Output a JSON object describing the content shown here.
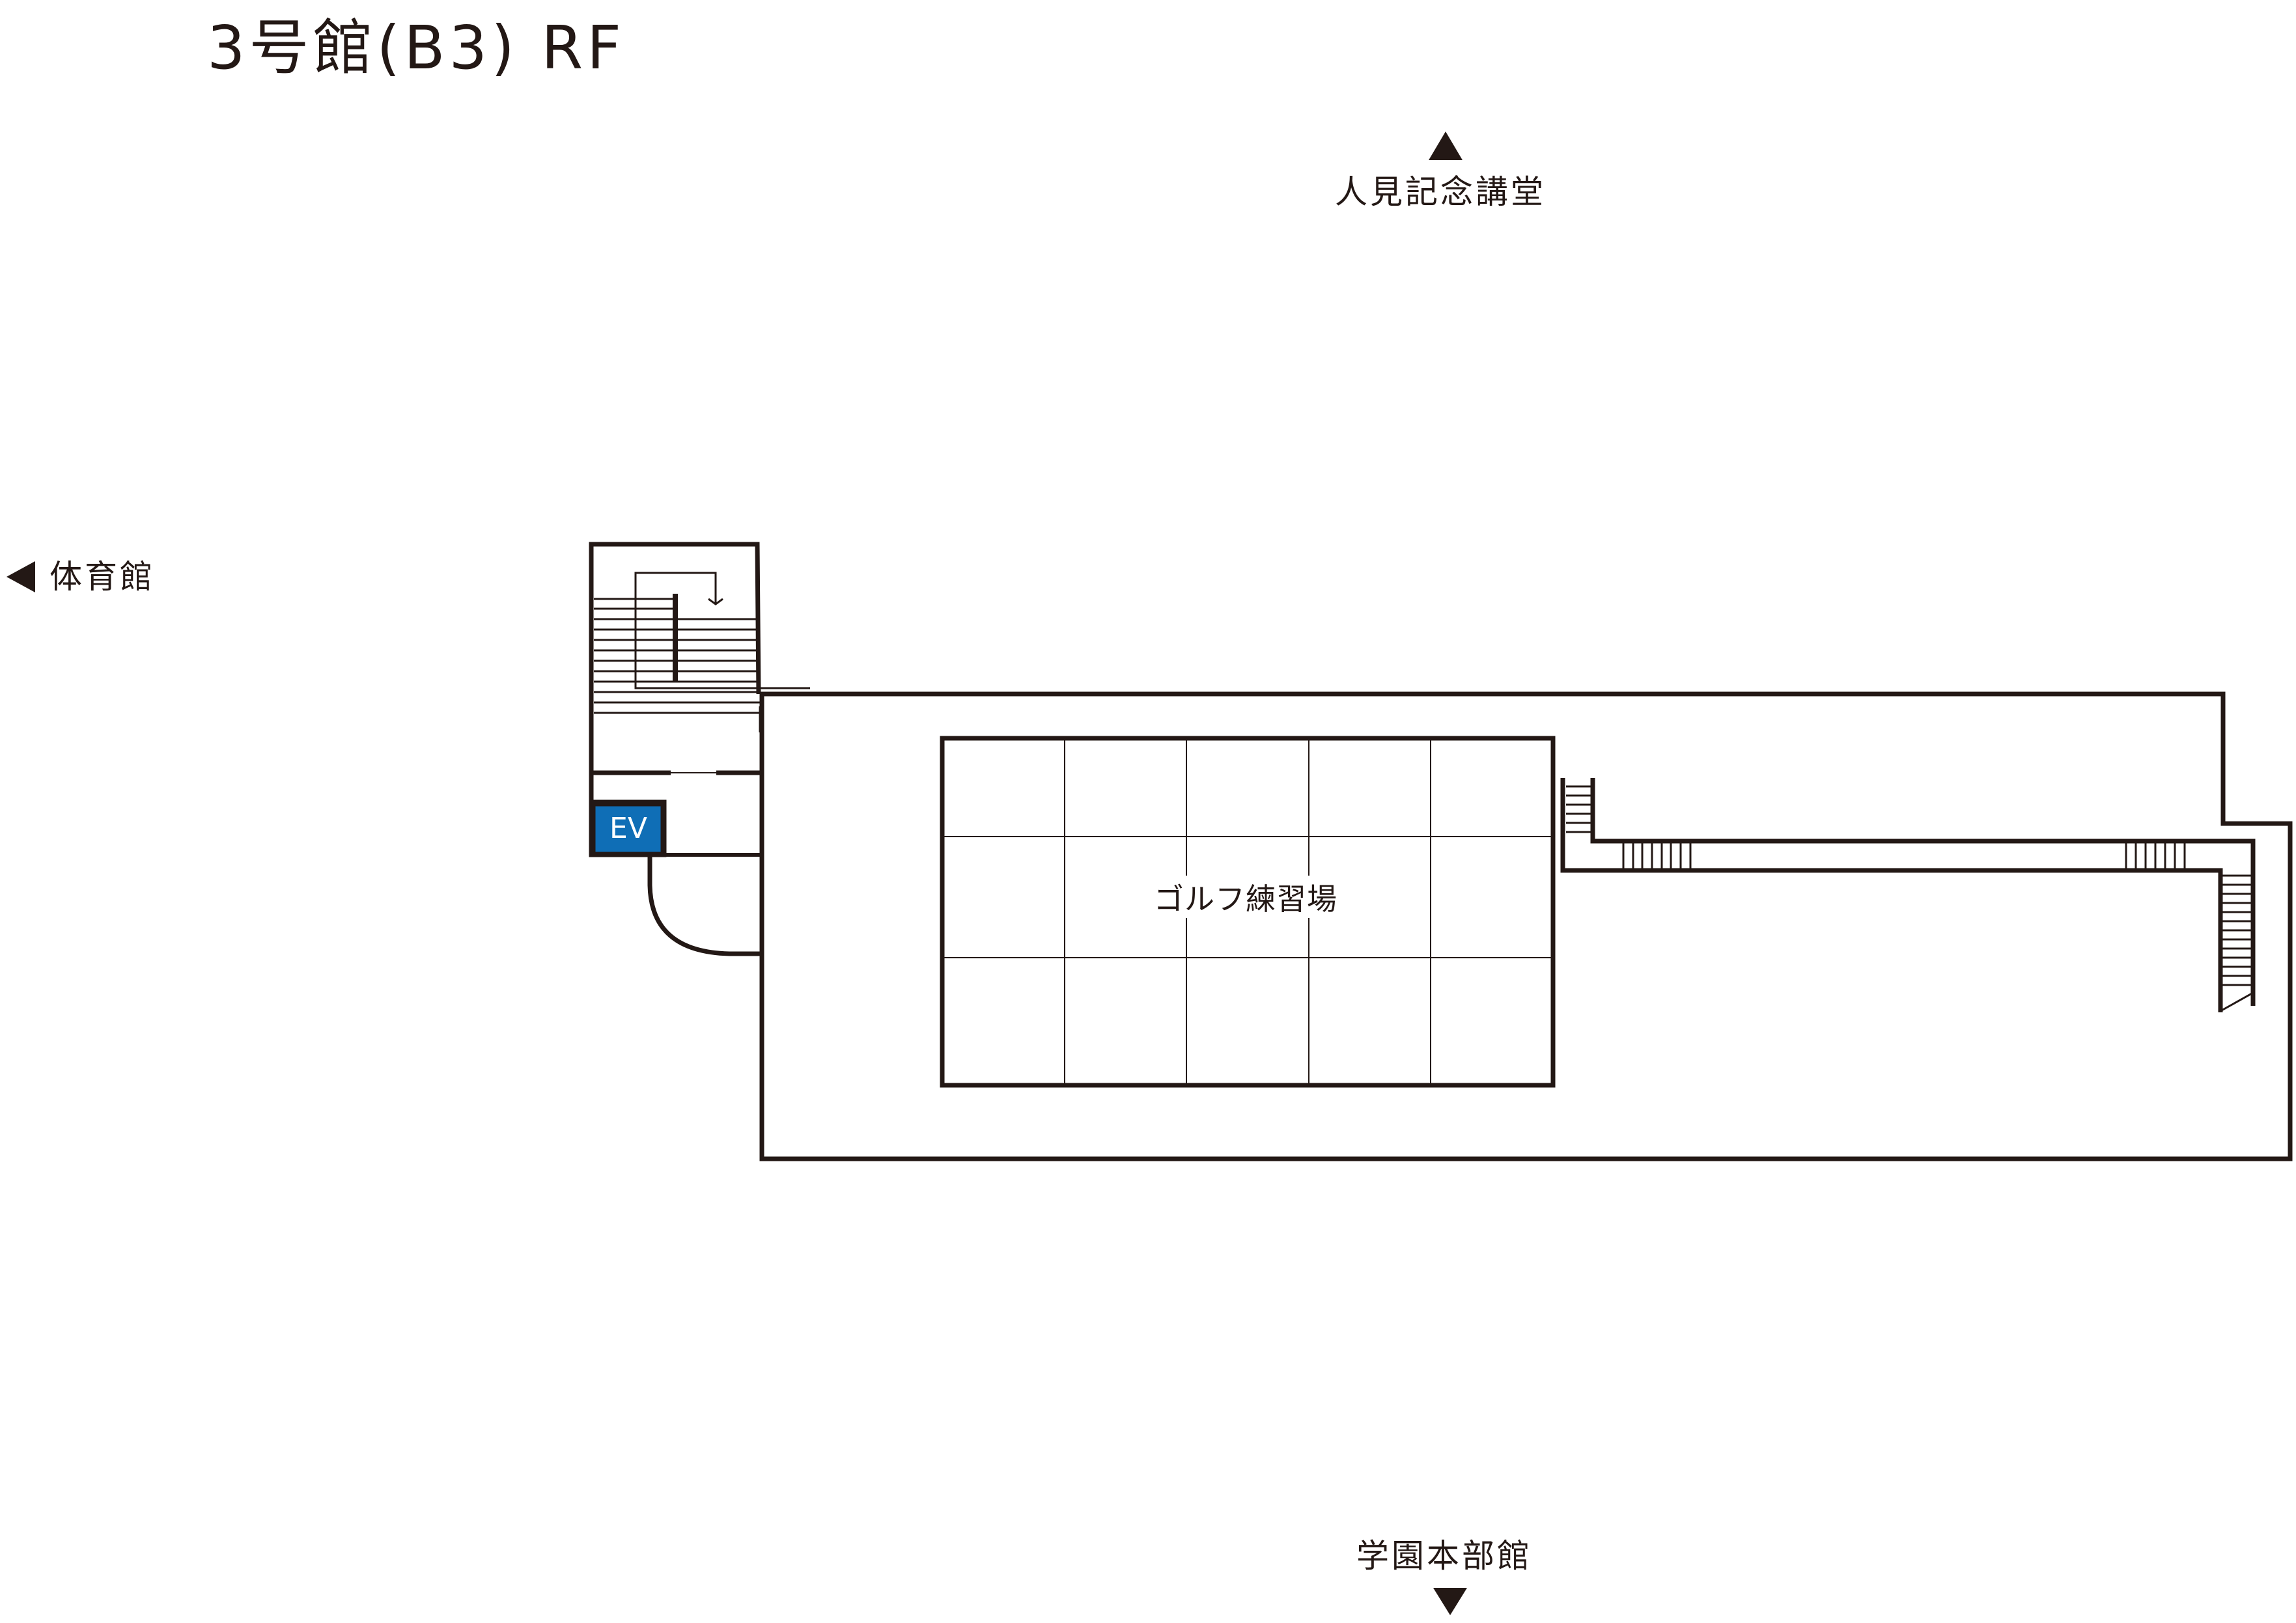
{
  "title": "3号館(B3) RF",
  "directions": {
    "north": {
      "label": "人見記念講堂",
      "icon": "triangle-up"
    },
    "west": {
      "label": "体育館",
      "icon": "triangle-left"
    },
    "south": {
      "label": "学園本部館",
      "icon": "triangle-down"
    }
  },
  "rooms": {
    "golf": {
      "label": "ゴルフ練習場"
    },
    "elevator": {
      "label": "EV",
      "color": "#0f6eb6"
    }
  },
  "colors": {
    "line": "#231815",
    "elevator": "#0f6eb6",
    "background": "#ffffff"
  }
}
